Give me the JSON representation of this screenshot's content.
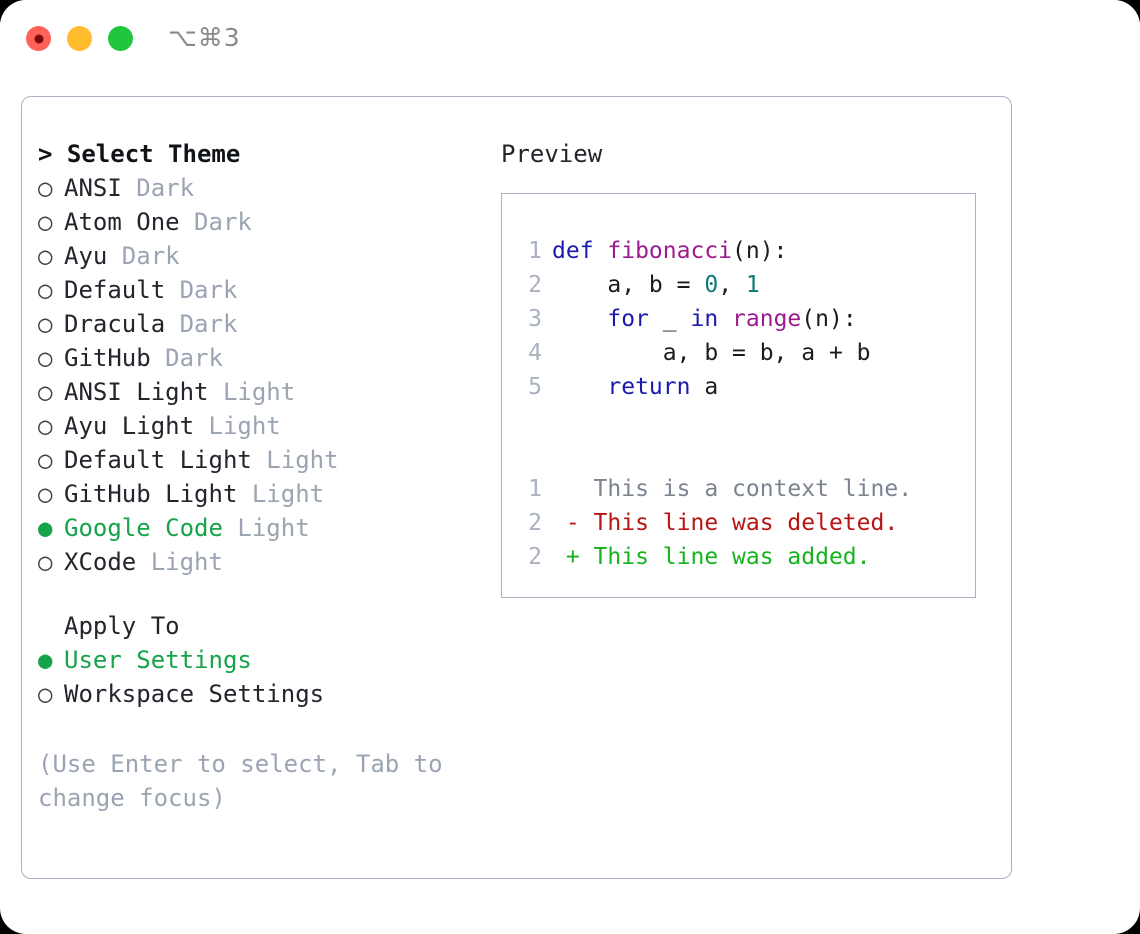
{
  "titlebar": {
    "shortcut": "⌥⌘3",
    "lights": {
      "close": "close-button",
      "minimize": "minimize-button",
      "maximize": "maximize-button"
    }
  },
  "left": {
    "header": "> Select Theme",
    "themes": [
      {
        "bullet": "○",
        "name": "ANSI",
        "kind": "Dark",
        "selected": false
      },
      {
        "bullet": "○",
        "name": "Atom One",
        "kind": "Dark",
        "selected": false
      },
      {
        "bullet": "○",
        "name": "Ayu",
        "kind": "Dark",
        "selected": false
      },
      {
        "bullet": "○",
        "name": "Default",
        "kind": "Dark",
        "selected": false
      },
      {
        "bullet": "○",
        "name": "Dracula",
        "kind": "Dark",
        "selected": false
      },
      {
        "bullet": "○",
        "name": "GitHub",
        "kind": "Dark",
        "selected": false
      },
      {
        "bullet": "○",
        "name": "ANSI Light",
        "kind": "Light",
        "selected": false
      },
      {
        "bullet": "○",
        "name": "Ayu Light",
        "kind": "Light",
        "selected": false
      },
      {
        "bullet": "○",
        "name": "Default Light",
        "kind": "Light",
        "selected": false
      },
      {
        "bullet": "○",
        "name": "GitHub Light",
        "kind": "Light",
        "selected": false
      },
      {
        "bullet": "●",
        "name": "Google Code",
        "kind": "Light",
        "selected": true
      },
      {
        "bullet": "○",
        "name": "XCode",
        "kind": "Light",
        "selected": false
      }
    ],
    "apply_to": {
      "title": "Apply To",
      "options": [
        {
          "bullet": "●",
          "name": "User Settings",
          "selected": true
        },
        {
          "bullet": "○",
          "name": "Workspace Settings",
          "selected": false
        }
      ]
    },
    "hint": "(Use Enter to select, Tab to change focus)"
  },
  "right": {
    "label": "Preview",
    "code": [
      {
        "ln": "1",
        "tokens": [
          {
            "t": "def ",
            "c": "kw"
          },
          {
            "t": "fibonacci",
            "c": "fn"
          },
          {
            "t": "(n):",
            "c": "pl"
          }
        ]
      },
      {
        "ln": "2",
        "tokens": [
          {
            "t": "    a, b = ",
            "c": "pl"
          },
          {
            "t": "0",
            "c": "num"
          },
          {
            "t": ", ",
            "c": "pl"
          },
          {
            "t": "1",
            "c": "num"
          }
        ]
      },
      {
        "ln": "3",
        "tokens": [
          {
            "t": "    ",
            "c": "pl"
          },
          {
            "t": "for",
            "c": "kw"
          },
          {
            "t": " _ ",
            "c": "pl"
          },
          {
            "t": "in",
            "c": "kw"
          },
          {
            "t": " ",
            "c": "pl"
          },
          {
            "t": "range",
            "c": "fn"
          },
          {
            "t": "(n):",
            "c": "pl"
          }
        ]
      },
      {
        "ln": "4",
        "tokens": [
          {
            "t": "        a, b = b, a + b",
            "c": "pl"
          }
        ]
      },
      {
        "ln": "5",
        "tokens": [
          {
            "t": "    ",
            "c": "pl"
          },
          {
            "t": "return",
            "c": "kw"
          },
          {
            "t": " a",
            "c": "pl"
          }
        ]
      }
    ],
    "diff": [
      {
        "ln": "1",
        "marker": " ",
        "text": " This is a context line.",
        "kind": "ctx"
      },
      {
        "ln": "2",
        "marker": "-",
        "text": " This line was deleted.",
        "kind": "del"
      },
      {
        "ln": "2",
        "marker": "+",
        "text": " This line was added.",
        "kind": "add"
      }
    ]
  },
  "colors": {
    "accent_green": "#16a34a",
    "muted": "#9aa4b2",
    "border": "#a9b2c0",
    "keyword": "#1a1aaf",
    "function": "#9c1b8f",
    "number": "#0d7a78",
    "diff_deleted": "#b81414",
    "diff_added": "#16b31f",
    "diff_context": "#7b8490"
  }
}
